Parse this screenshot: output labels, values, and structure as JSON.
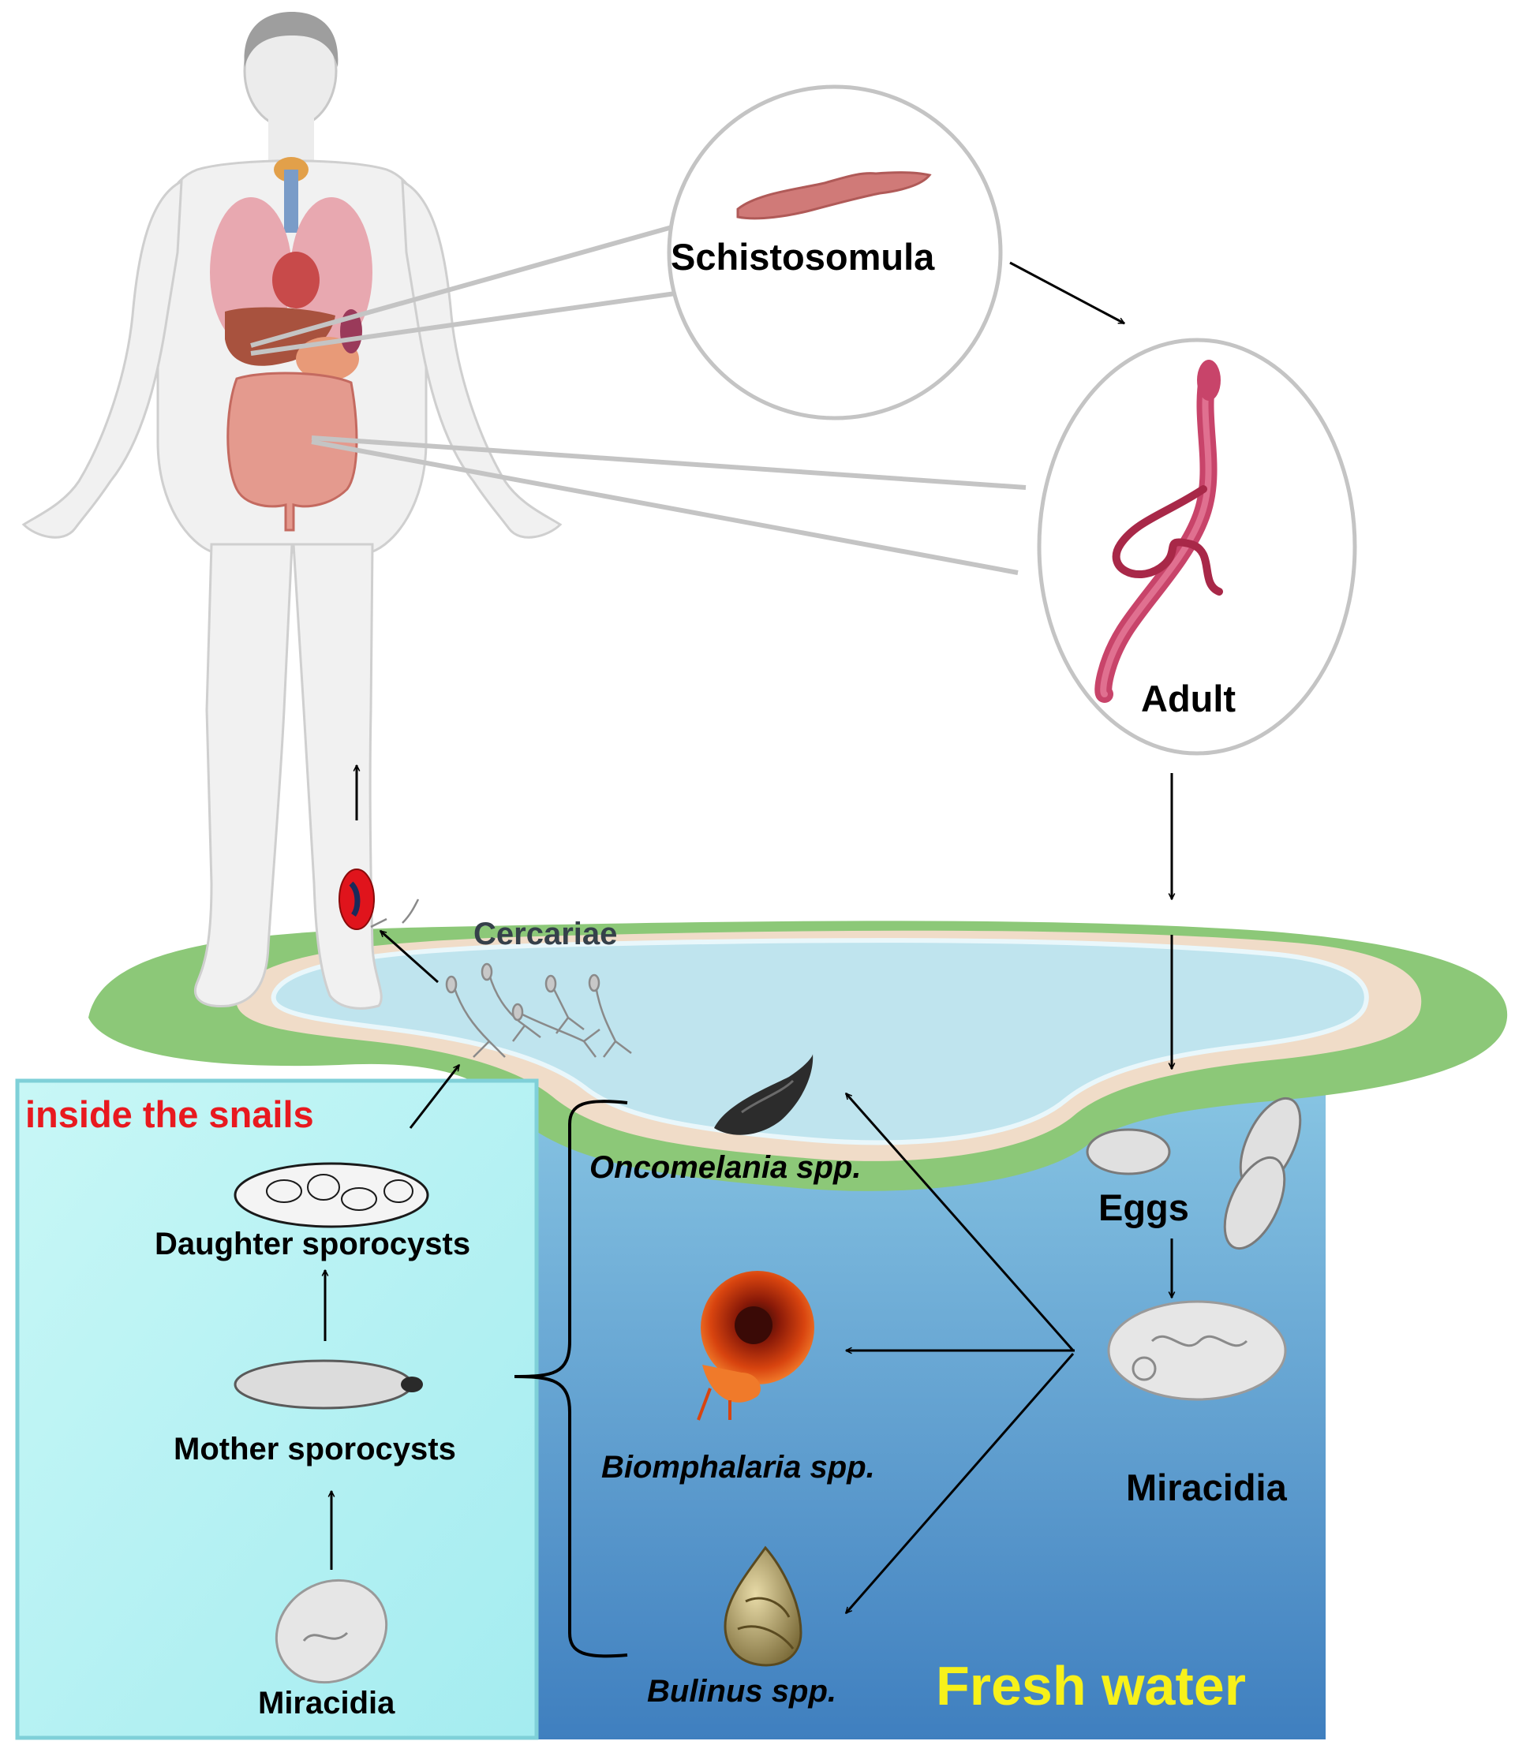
{
  "labels": {
    "schistosomula": "Schistosomula",
    "adult": "Adult",
    "cercariae": "Cercariae",
    "inside_snails": "inside the snails",
    "daughter_sporocysts": "Daughter sporocysts",
    "mother_sporocysts": "Mother sporocysts",
    "miracidia_inner": "Miracidia",
    "miracidia_outer": "Miracidia",
    "eggs": "Eggs",
    "oncomelania": "Oncomelania spp.",
    "biomphalaria": "Biomphalaria spp.",
    "bulinus": "Bulinus spp.",
    "fresh_water": "Fresh water"
  },
  "colors": {
    "grass": "#8cc878",
    "sand": "#f0dcc8",
    "shallow_water": "#bfe4ee",
    "deep_water_top": "#8ecbe6",
    "deep_water_bottom": "#3f7fbf",
    "snail_panel": "#a8eef2",
    "panel_border": "#7fd0d8",
    "worm": "#c8446a",
    "schistosomula": "#d07a78",
    "callout": "#c4c4c4",
    "inside_label": "#e8191f",
    "fresh_water_label": "#f7f11a",
    "cercariae_label": "#35404a"
  }
}
